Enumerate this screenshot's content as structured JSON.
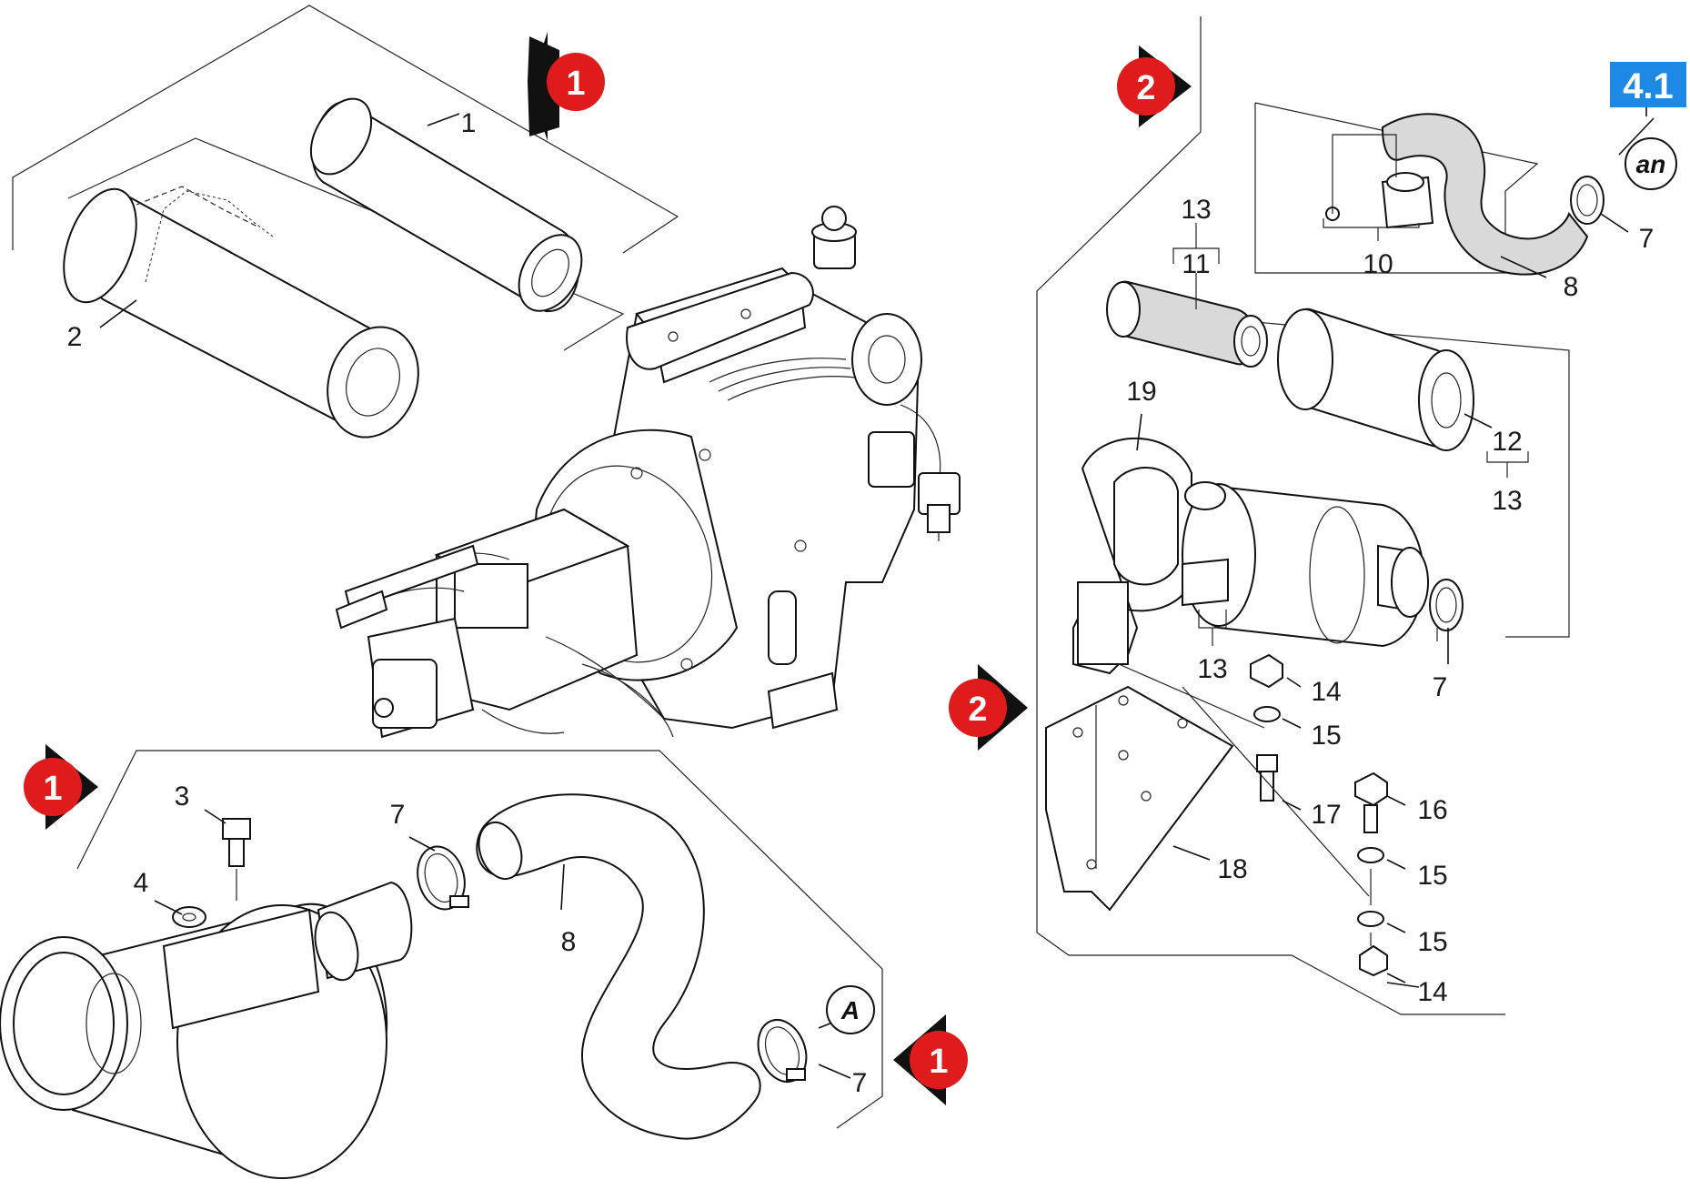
{
  "badge": {
    "text": "4.1",
    "color": "#1e88e5"
  },
  "markers": [
    {
      "id": "m1a",
      "text": "1",
      "pointer": "left"
    },
    {
      "id": "m2a",
      "text": "2",
      "pointer": "right"
    },
    {
      "id": "m2b",
      "text": "2",
      "pointer": "right"
    },
    {
      "id": "m1b",
      "text": "1",
      "pointer": "right"
    },
    {
      "id": "m1c",
      "text": "1",
      "pointer": "left"
    }
  ],
  "tags": [
    {
      "id": "tag-an",
      "text": "an"
    },
    {
      "id": "tag-a",
      "text": "A"
    }
  ],
  "labels": [
    {
      "id": "l1",
      "text": "1"
    },
    {
      "id": "l2",
      "text": "2"
    },
    {
      "id": "l3",
      "text": "3"
    },
    {
      "id": "l4",
      "text": "4"
    },
    {
      "id": "l7a",
      "text": "7"
    },
    {
      "id": "l8a",
      "text": "8"
    },
    {
      "id": "l7b",
      "text": "7"
    },
    {
      "id": "l13a",
      "text": "13"
    },
    {
      "id": "l11",
      "text": "11"
    },
    {
      "id": "l19",
      "text": "19"
    },
    {
      "id": "l12",
      "text": "12"
    },
    {
      "id": "l13b",
      "text": "13"
    },
    {
      "id": "l13c",
      "text": "13"
    },
    {
      "id": "l7c",
      "text": "7"
    },
    {
      "id": "l14a",
      "text": "14"
    },
    {
      "id": "l15a",
      "text": "15"
    },
    {
      "id": "l17",
      "text": "17"
    },
    {
      "id": "l16",
      "text": "16"
    },
    {
      "id": "l15b",
      "text": "15"
    },
    {
      "id": "l18",
      "text": "18"
    },
    {
      "id": "l15c",
      "text": "15"
    },
    {
      "id": "l14b",
      "text": "14"
    },
    {
      "id": "l10",
      "text": "10"
    },
    {
      "id": "l8b",
      "text": "8"
    },
    {
      "id": "l7d",
      "text": "7"
    }
  ],
  "colors": {
    "marker_red": "#e01b1b",
    "marker_black": "#111111",
    "line": "#111111"
  }
}
